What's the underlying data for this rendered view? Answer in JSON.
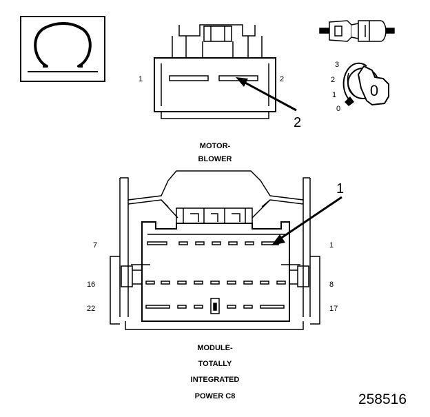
{
  "symbol": {
    "glyph": "Ω",
    "icon": "ohm-symbol-icon"
  },
  "top_connector": {
    "caption_lines": [
      "MOTOR-",
      "BLOWER"
    ],
    "pin_left": "1",
    "pin_right": "2",
    "callout": "2"
  },
  "ignition_key": {
    "positions": [
      "3",
      "2",
      "1",
      "0"
    ],
    "key_face": "0",
    "icon": "ignition-key-icon"
  },
  "bottom_connector": {
    "caption_lines": [
      "MODULE-",
      "TOTALLY",
      "INTEGRATED",
      "POWER C8"
    ],
    "pin_labels": {
      "row1_left": "7",
      "row1_right": "1",
      "row2_left": "16",
      "row2_right": "8",
      "row3_left": "22",
      "row3_right": "17"
    },
    "callout": "1"
  },
  "figure_number": "258516"
}
